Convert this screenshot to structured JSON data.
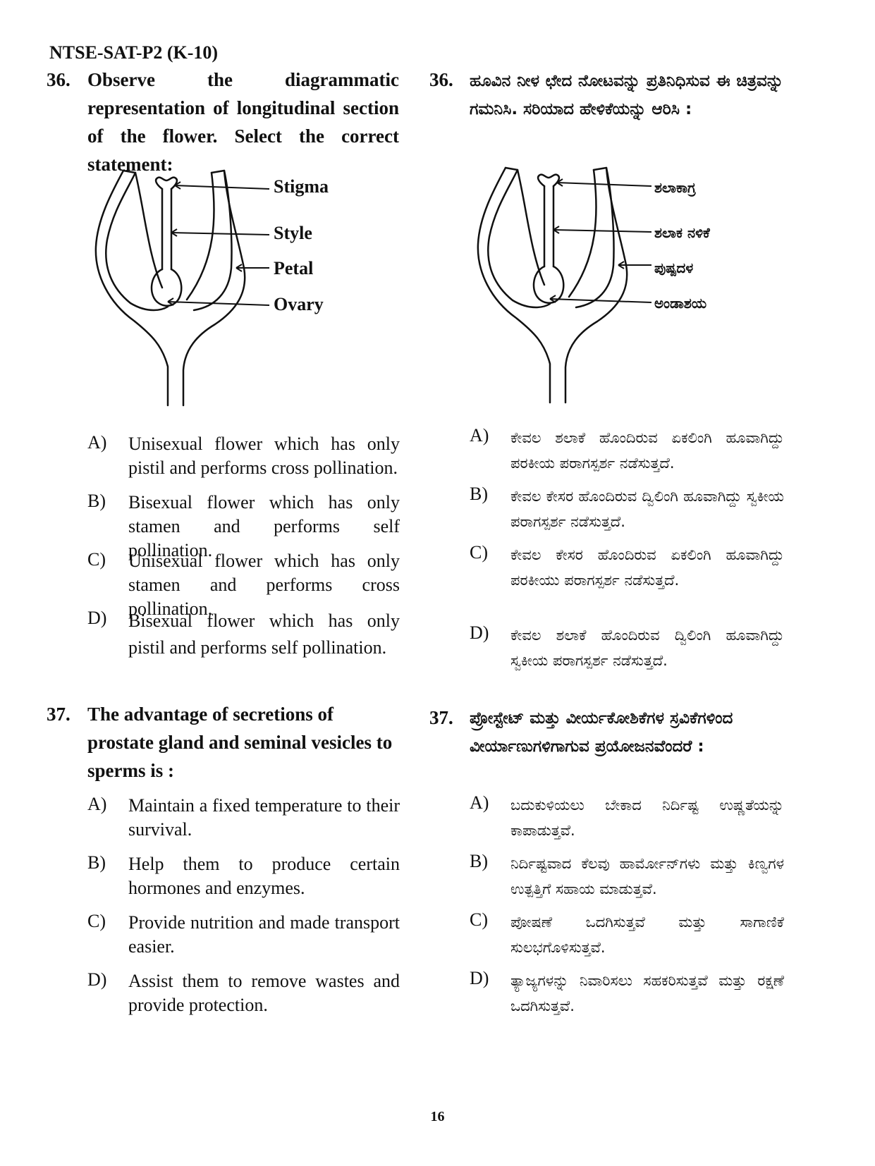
{
  "header": "NTSE-SAT-P2 (K-10)",
  "q36": {
    "number": "36.",
    "en_text": "Observe the diagrammatic representation of longitudinal section of the flower. Select the correct statement:",
    "kn_text": "ಹೂವಿನ ನೀಳ ಛೇದ ನೋಟವನ್ನು ಪ್ರತಿನಿಧಿಸುವ ಈ ಚಿತ್ರವನ್ನು ಗಮನಿಸಿ. ಸರಿಯಾದ ಹೇಳಿಕೆಯನ್ನು ಆರಿಸಿ :",
    "en_labels": [
      "Stigma",
      "Style",
      "Petal",
      "Ovary"
    ],
    "kn_labels": [
      "ಶಲಾಕಾಗ್ರ",
      "ಶಲಾಕ ನಳಿಕೆ",
      "ಪುಷ್ಪದಳ",
      "ಅಂಡಾಶಯ"
    ],
    "en_options": [
      {
        "label": "A)",
        "text": "Unisexual flower which has only pistil and performs cross pollination."
      },
      {
        "label": "B)",
        "text": "Bisexual flower which has only stamen and performs self pollination."
      },
      {
        "label": "C)",
        "text": "Unisexual flower which has only stamen and performs cross pollination."
      },
      {
        "label": "D)",
        "text": "Bisexual flower which has only pistil and performs self pollination."
      }
    ],
    "kn_options": [
      {
        "label": "A)",
        "text": "ಕೇವಲ ಶಲಾಕೆ ಹೊಂದಿರುವ ಏಕಲಿಂಗಿ ಹೂವಾಗಿದ್ದು ಪರಕೀಯ ಪರಾಗಸ್ಪರ್ಶ ನಡೆಸುತ್ತದೆ."
      },
      {
        "label": "B)",
        "text": "ಕೇವಲ ಕೇಸರ ಹೊಂದಿರುವ ದ್ವಿಲಿಂಗಿ ಹೂವಾಗಿದ್ದು ಸ್ವಕೀಯ ಪರಾಗಸ್ಪರ್ಶ ನಡೆಸುತ್ತದೆ."
      },
      {
        "label": "C)",
        "text": "ಕೇವಲ ಕೇಸರ ಹೊಂದಿರುವ ಏಕಲಿಂಗಿ ಹೂವಾಗಿದ್ದು ಪರಕೀಯು ಪರಾಗಸ್ಪರ್ಶ ನಡೆಸುತ್ತದೆ."
      },
      {
        "label": "D)",
        "text": "ಕೇವಲ ಶಲಾಕೆ ಹೊಂದಿರುವ ದ್ವಿಲಿಂಗಿ ಹೂವಾಗಿದ್ದು ಸ್ವಕೀಯ ಪರಾಗಸ್ಪರ್ಶ ನಡೆಸುತ್ತದೆ."
      }
    ]
  },
  "q37": {
    "number": "37.",
    "en_text": "The advantage of secretions of prostate gland and seminal vesicles to sperms is :",
    "kn_text": "ಪ್ರೋಸ್ಟೇಟ್ ಮತ್ತು ವೀರ್ಯಕೋಶಿಕೆಗಳ ಸ್ರವಿಕೆಗಳಿಂದ ವೀರ್ಯಾಣುಗಳಿಗಾಗುವ ಪ್ರಯೋಜನವೆಂದರೆ :",
    "en_options": [
      {
        "label": "A)",
        "text": "Maintain a fixed temperature to their survival."
      },
      {
        "label": "B)",
        "text": "Help them to produce certain hormones and enzymes."
      },
      {
        "label": "C)",
        "text": "Provide nutrition and made transport easier."
      },
      {
        "label": "D)",
        "text": "Assist them to remove wastes and provide protection."
      }
    ],
    "kn_options": [
      {
        "label": "A)",
        "text": "ಬದುಕುಳಿಯಲು ಬೇಕಾದ ನಿರ್ದಿಷ್ಟ ಉಷ್ಣತೆಯನ್ನು ಕಾಪಾಡುತ್ತವೆ."
      },
      {
        "label": "B)",
        "text": "ನಿರ್ದಿಷ್ಟವಾದ ಕೆಲವು ಹಾರ್ಮೋನ್‌ಗಳು ಮತ್ತು ಕಿಣ್ವಗಳ ಉತ್ಪತ್ತಿಗೆ ಸಹಾಯ ಮಾಡುತ್ತವೆ."
      },
      {
        "label": "C)",
        "text": "ಪೋಷಣೆ ಒದಗಿಸುತ್ತವೆ ಮತ್ತು ಸಾಗಾಣಿಕೆ ಸುಲಭಗೊಳಿಸುತ್ತವೆ."
      },
      {
        "label": "D)",
        "text": "ತ್ಯಾಜ್ಯಗಳನ್ನು ನಿವಾರಿಸಲು ಸಹಕರಿಸುತ್ತವೆ ಮತ್ತು ರಕ್ಷಣೆ ಒದಗಿಸುತ್ತವೆ."
      }
    ]
  },
  "page_number": "16"
}
